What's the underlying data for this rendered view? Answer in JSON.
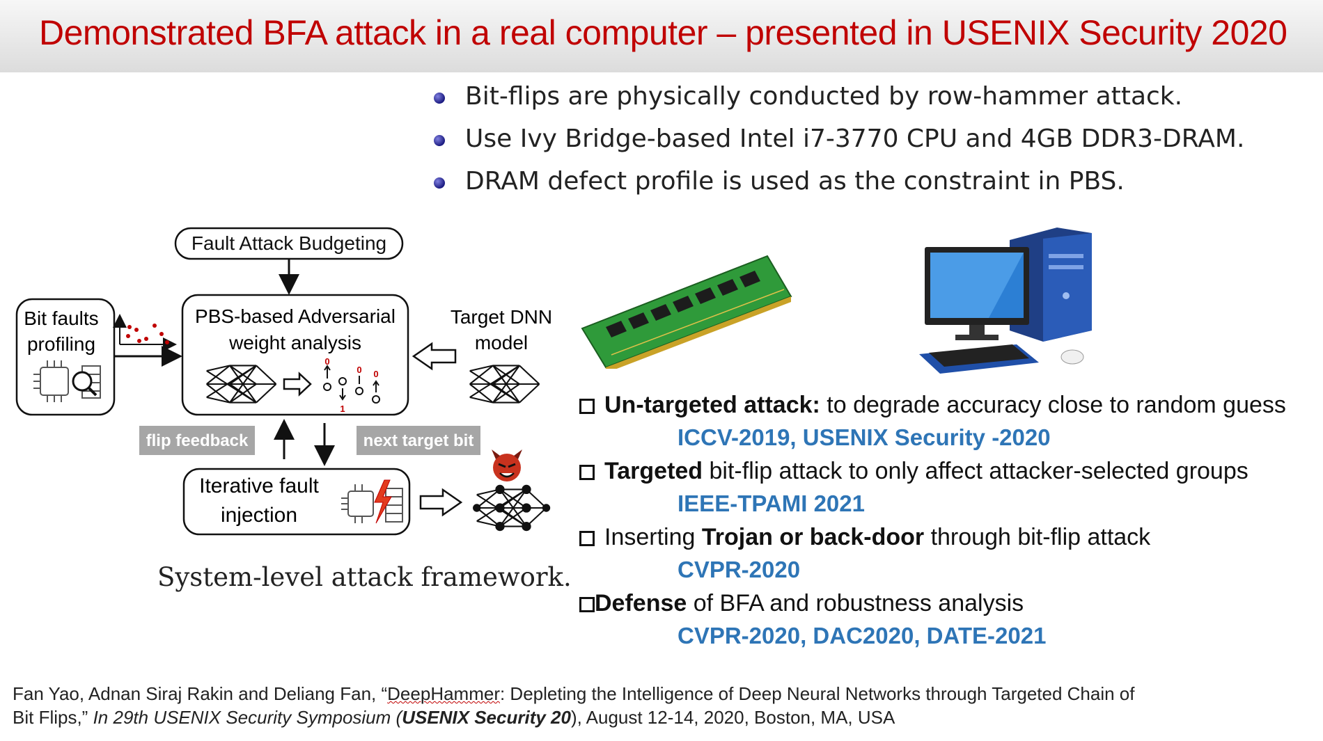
{
  "slide": {
    "title": "Demonstrated BFA attack in a real computer – presented in USENIX Security 2020",
    "bullets": [
      "Bit-flips are physically conducted by row-hammer attack.",
      "Use Ivy Bridge-based Intel i7-3770 CPU and 4GB DDR3-DRAM.",
      "DRAM defect profile is used as the constraint in PBS."
    ]
  },
  "diagram": {
    "budget": "Fault Attack Budgeting",
    "profiling_line1": "Bit faults",
    "profiling_line2": "profiling",
    "pbs_line1": "PBS-based Adversarial",
    "pbs_line2": "weight analysis",
    "target_line1": "Target DNN",
    "target_line2": "model",
    "flip_feedback": "flip feedback",
    "next_target": "next target bit",
    "iter_line1": "Iterative fault",
    "iter_line2": "injection",
    "bit0": "0",
    "bit1": "1",
    "caption": "System-level attack framework."
  },
  "attacks": [
    {
      "bold": "Un-targeted attack:",
      "rest": " to degrade accuracy close to random guess",
      "ref": "ICCV-2019, USENIX Security -2020"
    },
    {
      "bold": "Targeted",
      "rest": " bit-flip attack to only affect attacker-selected groups",
      "ref": "IEEE-TPAMI 2021"
    },
    {
      "pre": "Inserting ",
      "bold": "Trojan or back-door",
      "rest": " through bit-flip attack",
      "ref": "CVPR-2020"
    },
    {
      "bold": "Defense",
      "rest": " of BFA and robustness analysis",
      "ref": "CVPR-2020, DAC2020, DATE-2021"
    }
  ],
  "citation": {
    "authors": "Fan Yao, Adnan Siraj Rakin and Deliang Fan, “",
    "paper_name": "DeepHammer",
    "title_rest": ": Depleting the Intelligence of Deep Neural Networks through Targeted Chain of",
    "title_end": "Bit Flips,” ",
    "venue": "In 29th USENIX Security Symposium (",
    "venue_short": "USENIX Security 20",
    "tail": "), August 12-14, 2020, Boston, MA, USA"
  },
  "colors": {
    "title": "#c00000",
    "ref": "#2e75b6",
    "bit_red": "#c00000",
    "label_bg": "#a6a6a6"
  },
  "icons": [
    "chip-magnifier-icon",
    "neural-network-icon",
    "chip-lightning-icon",
    "devil-icon",
    "ram-module-image",
    "desktop-computer-image"
  ]
}
